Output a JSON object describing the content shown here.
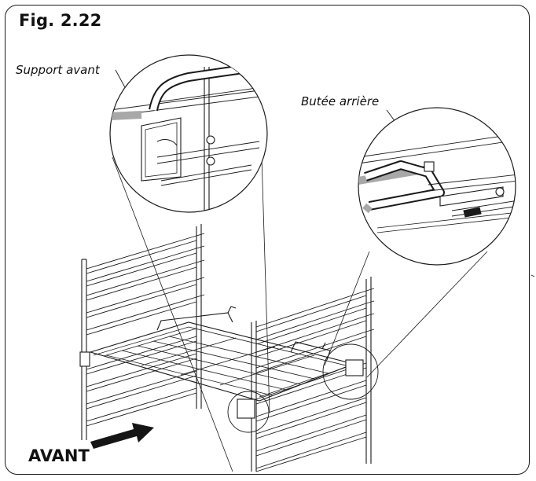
{
  "figure": {
    "title": "Fig. 2.22",
    "labels": {
      "front_support": "Support avant",
      "rear_stop": "Butée arrière",
      "front": "AVANT"
    }
  },
  "colors": {
    "line": "#1a1a1a",
    "rod_gray": "#a8a8a8",
    "arrow": "#151515"
  },
  "icons": {
    "direction_arrow": "arrow-right-icon"
  }
}
